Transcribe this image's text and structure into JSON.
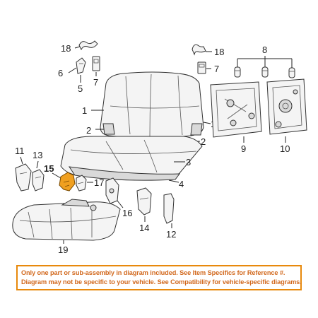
{
  "callouts": {
    "c1a": "1",
    "c1b": "1",
    "c2a": "2",
    "c2b": "2",
    "c3": "3",
    "c4": "4",
    "c5": "5",
    "c6": "6",
    "c7a": "7",
    "c7b": "7",
    "c8": "8",
    "c9": "9",
    "c10": "10",
    "c11": "11",
    "c12": "12",
    "c13": "13",
    "c14": "14",
    "c15": "15",
    "c16": "16",
    "c17": "17",
    "c18a": "18",
    "c18b": "18",
    "c19": "19"
  },
  "notice": {
    "line1": "Only one part or sub-assembly in diagram included. See Item Specifics for Reference #.",
    "line2": "Diagram may not be specific to your vehicle. See Compatibility for vehicle-specific diagrams."
  },
  "colors": {
    "highlight": "#f0a020",
    "notice_border": "#e8890c",
    "notice_text": "#d2691e"
  }
}
